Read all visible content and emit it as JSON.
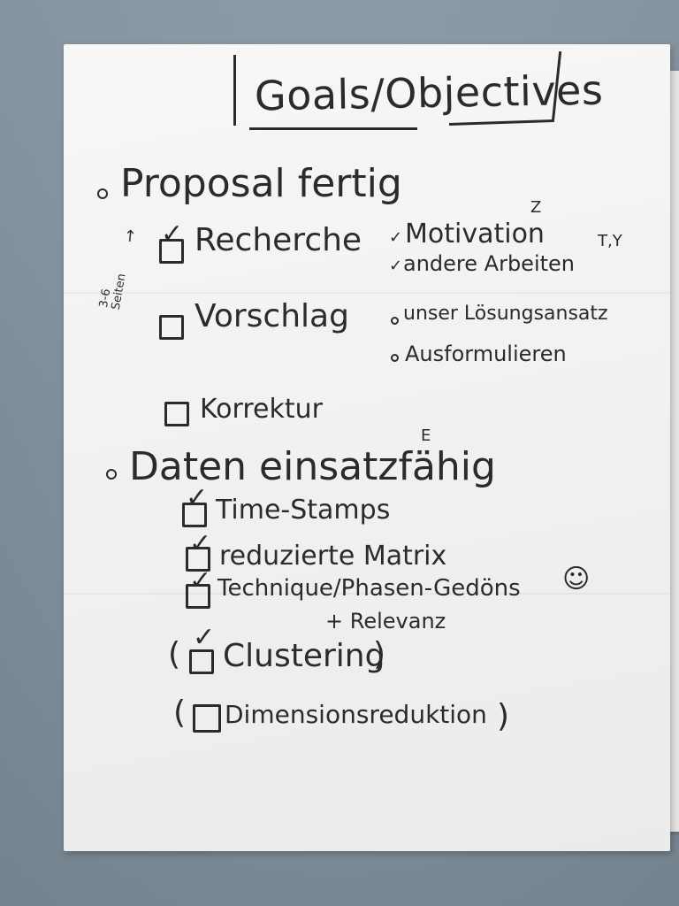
{
  "title": "Goals/Objectives",
  "sections": [
    {
      "heading": "Proposal fertig",
      "items": [
        {
          "label": "Recherche",
          "checked": true
        },
        {
          "label": "Vorschlag",
          "checked": false
        },
        {
          "label": "Korrektur",
          "checked": false
        }
      ],
      "notes": [
        {
          "text": "Motivation",
          "checked": true
        },
        {
          "text": "andere Arbeiten",
          "checked": true
        },
        {
          "text": "unser Lösungsansatz"
        },
        {
          "text": "Ausformulieren"
        }
      ],
      "side_note": "3-6 Seiten",
      "marks": {
        "motivation": "Z",
        "arbeiten": "T,Y"
      }
    },
    {
      "heading": "Daten einsatzfähig",
      "mark": "E",
      "items": [
        {
          "label": "Time-Stamps",
          "checked": true
        },
        {
          "label": "reduzierte Matrix",
          "checked": true
        },
        {
          "label": "Technique/Phasen-Gedöns",
          "checked": true
        },
        {
          "label": "+ Relevanz"
        },
        {
          "label": "Clustering",
          "checked": true
        },
        {
          "label": "Dimensionsreduktion",
          "checked": false
        }
      ]
    }
  ]
}
